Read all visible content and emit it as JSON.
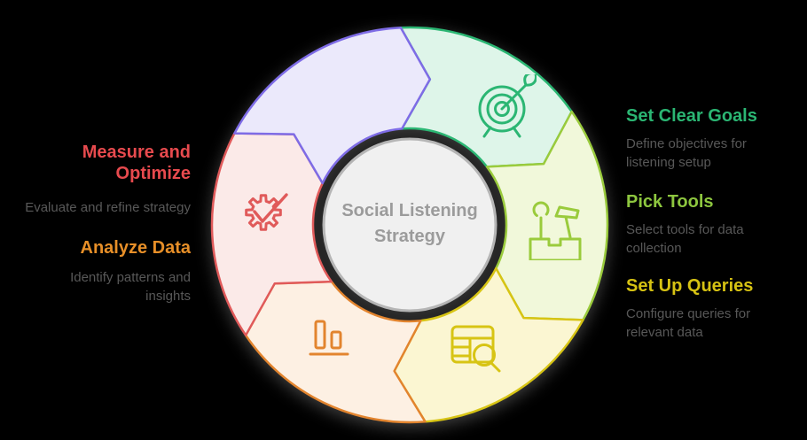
{
  "canvas": {
    "background": "#000000"
  },
  "center": {
    "title": "Social Listening Strategy",
    "text_color": "#9b9b9b",
    "fill": "#f0f0f0",
    "border_color": "#b5b5b5"
  },
  "body_text_color": "#585858",
  "steps": [
    {
      "label": "Set Clear Goals",
      "description": "Define objectives for listening setup",
      "label_color": "#2bb673",
      "segment_color": "#2bb673",
      "segment_fill": "#def5e9",
      "icon": "target-icon"
    },
    {
      "label": "Pick Tools",
      "description": "Select tools for data collection",
      "label_color": "#8dc63f",
      "segment_color": "#9acb3c",
      "segment_fill": "#f1f8da",
      "icon": "toolbox-icon"
    },
    {
      "label": "Set Up Queries",
      "description": "Configure queries for relevant data",
      "label_color": "#d6c213",
      "segment_color": "#d7c414",
      "segment_fill": "#fbf6d2",
      "icon": "table-search-icon"
    },
    {
      "label": "Analyze Data",
      "description": "Identify patterns and insights",
      "label_color": "#e78f28",
      "segment_color": "#e2842e",
      "segment_fill": "#fdf0e3",
      "icon": "bar-chart-icon"
    },
    {
      "label": "Measure and Optimize",
      "description": "Evaluate and refine strategy",
      "label_color": "#e74a4e",
      "segment_color": "#e05a5a",
      "segment_fill": "#fbeae8",
      "icon": "gear-check-icon"
    },
    {
      "label": "",
      "description": "",
      "label_color": "",
      "segment_color": "#7e6ce6",
      "segment_fill": "#ebe9fb",
      "icon": ""
    }
  ]
}
